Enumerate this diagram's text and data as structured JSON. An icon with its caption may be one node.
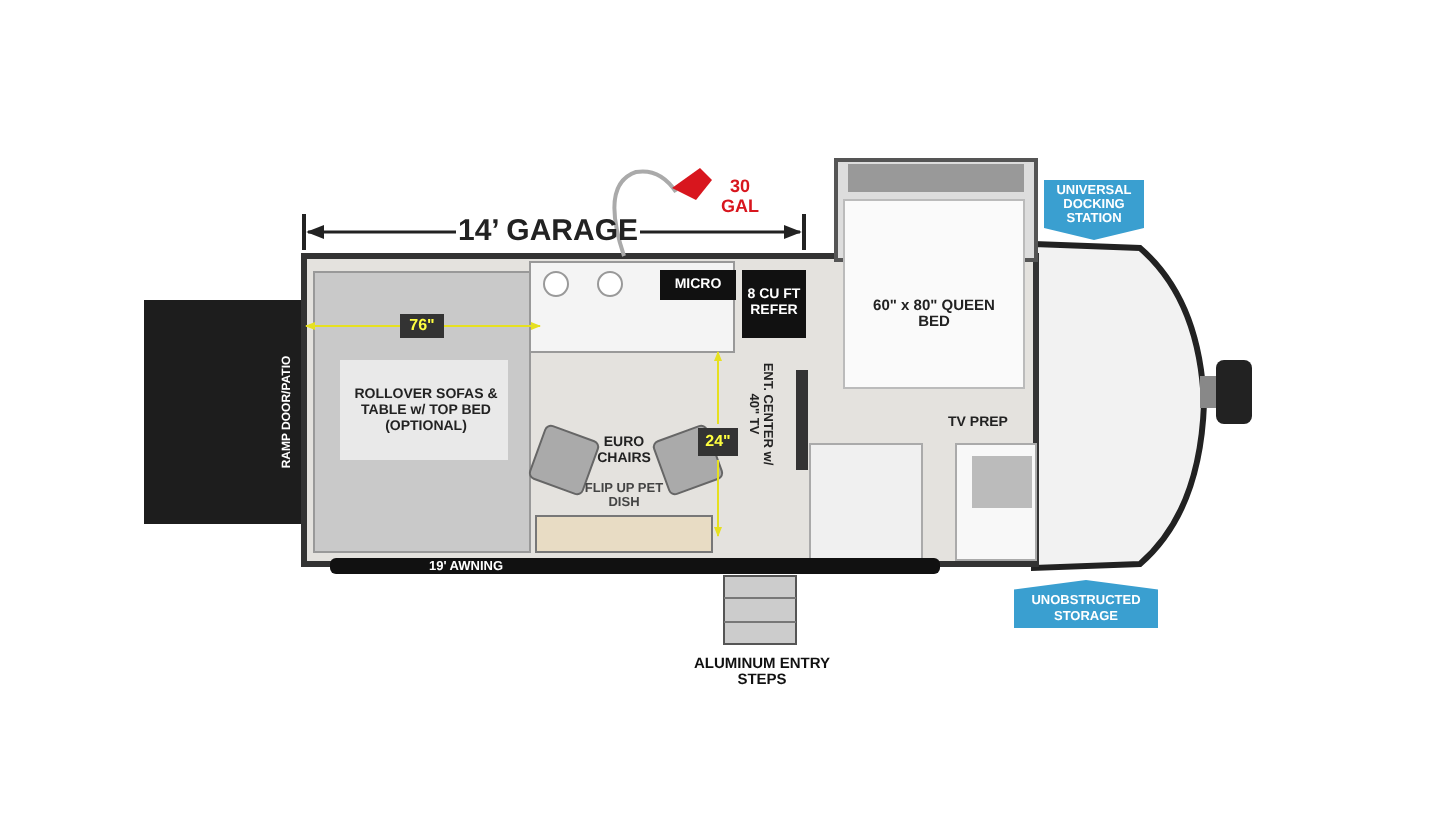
{
  "diagram": {
    "labels": [
      "14’ GARAGE",
      "30 GAL",
      "UNIVERSAL DOCKING STATION",
      "MICRO",
      "8 CU FT REFER",
      "76\"",
      "60\" x 80\" QUEEN BED",
      "ROLLOVER SOFAS & TABLE w/ TOP BED (OPTIONAL)",
      "RAMP DOOR/PATIO",
      "ENT. CENTER w/ 40\" TV",
      "24\"",
      "EURO CHAIRS",
      "FLIP UP PET DISH",
      "TV PREP",
      "19' AWNING",
      "UNOBSTRUCTED STORAGE",
      "ALUMINUM ENTRY STEPS"
    ]
  }
}
